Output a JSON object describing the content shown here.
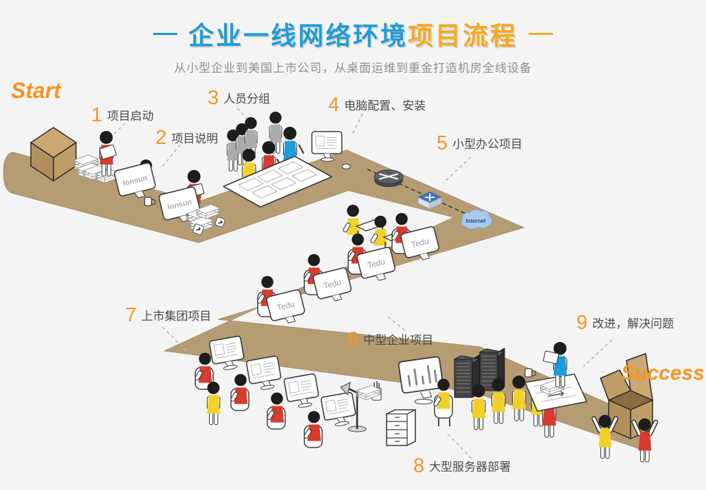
{
  "header": {
    "title_primary": "企业一线网络环境",
    "title_accent": "项目流程",
    "subtitle": "从小型企业到美国上市公司，从桌面运维到重金打造机房全线设备"
  },
  "flow": {
    "start_label": "Start",
    "success_label": "Success",
    "steps": [
      {
        "num": "1",
        "label": "项目启动"
      },
      {
        "num": "2",
        "label": "项目说明"
      },
      {
        "num": "3",
        "label": "人员分组"
      },
      {
        "num": "4",
        "label": "电脑配置、安装"
      },
      {
        "num": "5",
        "label": "小型办公项目"
      },
      {
        "num": "6",
        "label": "中型企业项目"
      },
      {
        "num": "7",
        "label": "上市集团项目"
      },
      {
        "num": "8",
        "label": "大型服务器部署"
      },
      {
        "num": "9",
        "label": "改进，解决问题"
      }
    ]
  },
  "illustration": {
    "monitor_brand_small": "lonsun",
    "monitor_brand_medium": "Tedu",
    "cloud_label": "Internet"
  },
  "colors": {
    "title_primary": "#1E9CD7",
    "title_accent": "#F8A81F",
    "step_number": "#F7941E",
    "step_text": "#4A4A4A",
    "walkway": "#B59C73",
    "shirt_red": "#D63C2F",
    "shirt_yellow": "#F2D12B",
    "shirt_blue": "#1E9CD7",
    "background": "#F4F4F5"
  }
}
